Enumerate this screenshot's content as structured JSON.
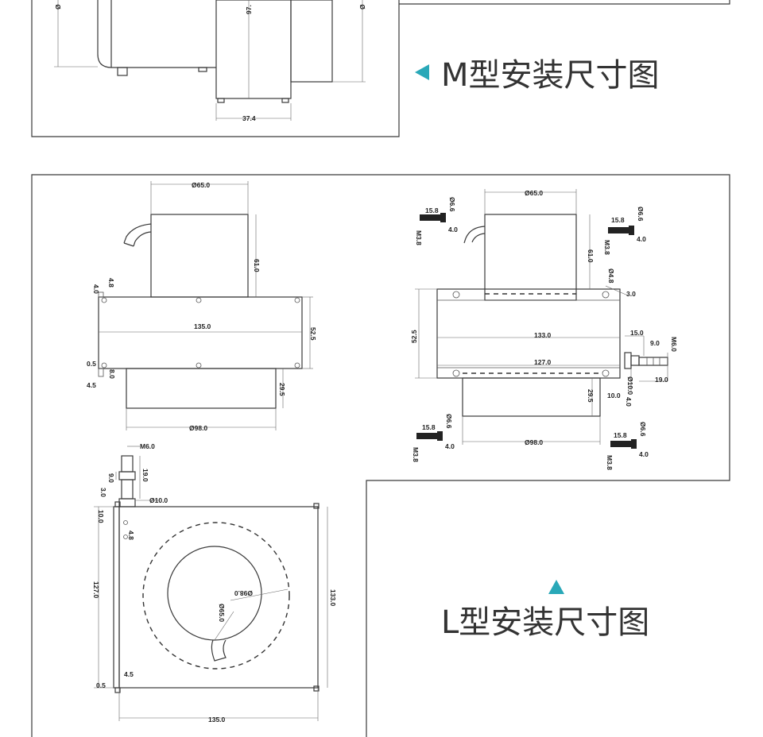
{
  "sections": {
    "m": {
      "title": "M型安装尺寸图",
      "marker_color": "#29a8b8"
    },
    "l": {
      "title": "L型安装尺寸图",
      "marker_color": "#29a8b8"
    }
  },
  "m_partial": {
    "labels": {
      "d1": "Ø",
      "d2": "97.",
      "d3": "Ø",
      "w": "37.4"
    }
  },
  "l_front": {
    "top_dia": "Ø65.0",
    "h61": "61.0",
    "flange_w": "135.0",
    "h52": "52.5",
    "t40": "4.0",
    "t48": "4.8",
    "t05": "0.5",
    "t45": "4.5",
    "t80": "8.0",
    "h295": "29.5",
    "bot_dia": "Ø98.0"
  },
  "l_side": {
    "top_dia": "Ø65.0",
    "h61": "61.0",
    "h52": "52.5",
    "w133": "133.0",
    "w127": "127.0",
    "h295": "29.5",
    "bot_dia": "Ø98.0",
    "hole": "Ø4.8",
    "t30": "3.0",
    "t150": "15.0",
    "t90": "9.0",
    "m60": "M6.0",
    "t190": "19.0",
    "d100": "Ø10.0",
    "t100": "10.0",
    "t40": "4.0"
  },
  "screw": {
    "len": "15.8",
    "dia": "Ø6.6",
    "head": "4.0",
    "thread": "M3.8"
  },
  "l_top": {
    "m60": "M6.0",
    "t90": "9.0",
    "t190": "19.0",
    "t30": "3.0",
    "d100": "Ø10.0",
    "t100": "10.0",
    "t48": "4.8",
    "h127": "127.0",
    "h133": "133.0",
    "d98": "Ø98.0",
    "d65": "Ø65.0",
    "t45": "4.5",
    "t05": "0.5",
    "w135": "135.0"
  }
}
